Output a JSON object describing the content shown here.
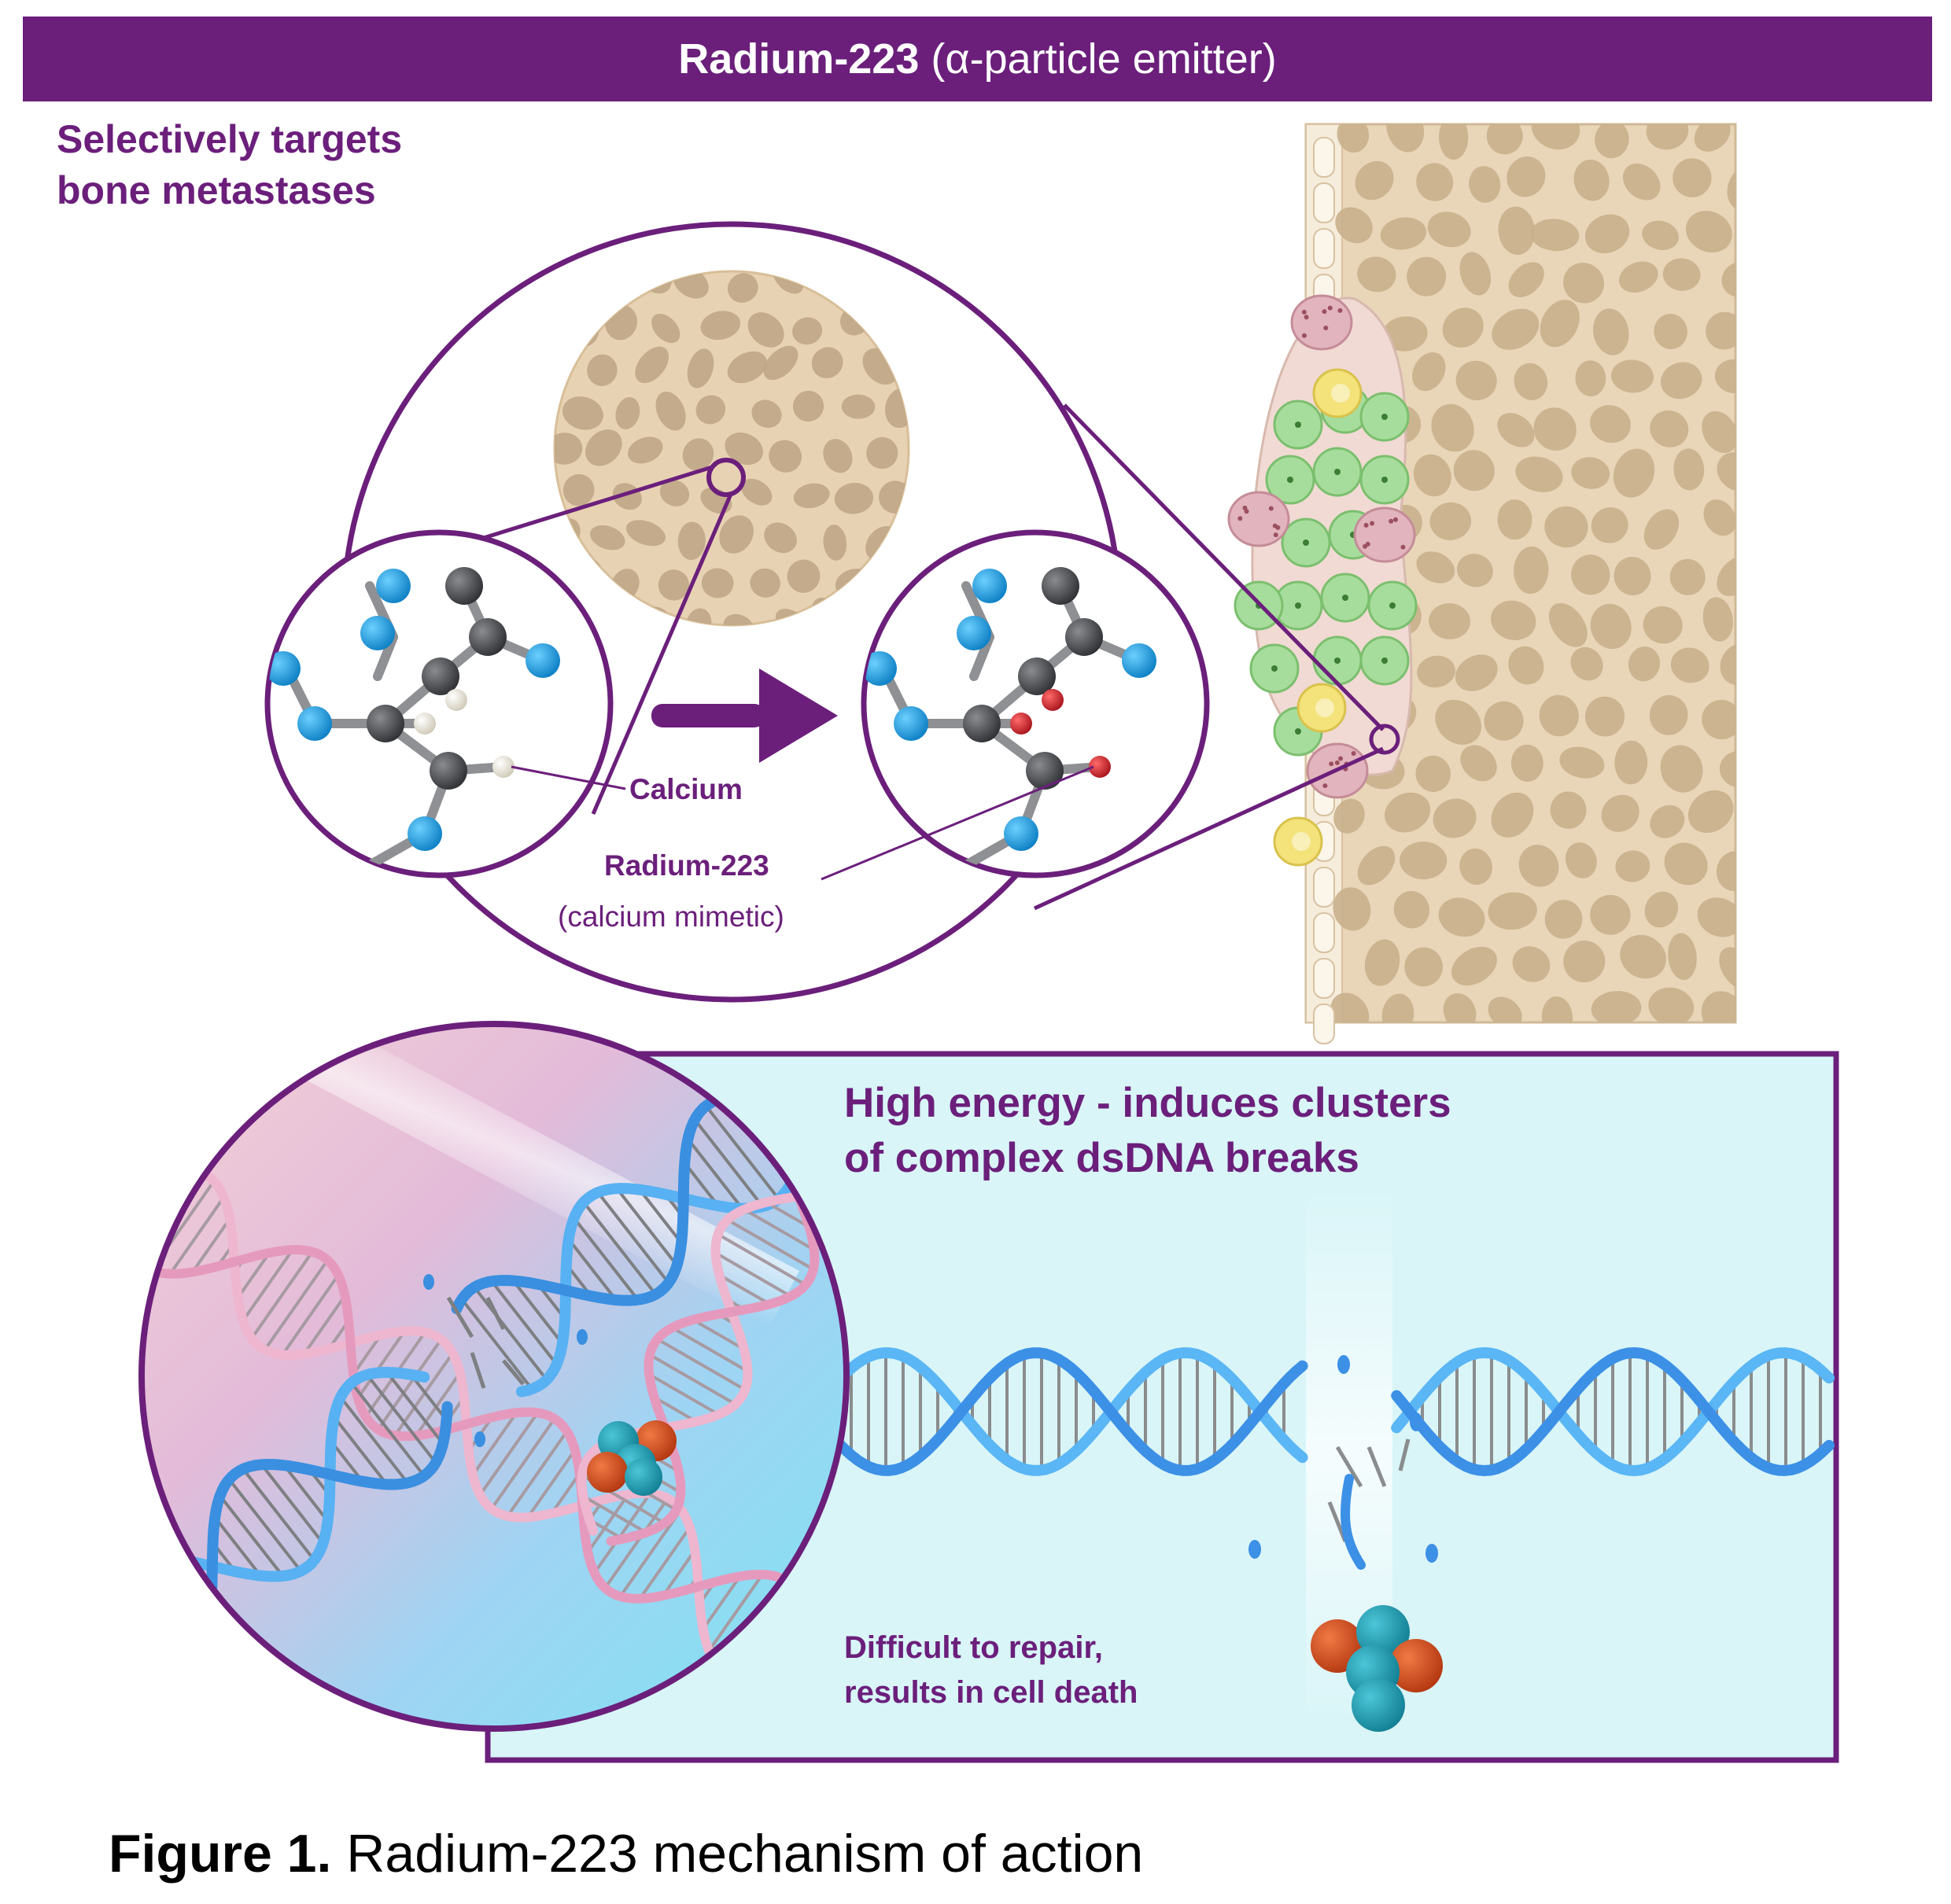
{
  "banner": {
    "title_bold": "Radium-223",
    "title_rest": " (α-particle emitter)"
  },
  "targets": {
    "line1": "Selectively targets",
    "line2": "bone metastases"
  },
  "labels": {
    "calcium": "Calcium",
    "radium": "Radium-223",
    "mimetic": "(calcium mimetic)"
  },
  "energy": {
    "line1": "High energy - induces clusters",
    "line2": "of complex dsDNA breaks"
  },
  "repair": {
    "line1": "Difficult to repair,",
    "line2": "results in cell death"
  },
  "caption": {
    "bold": "Figure 1.",
    "rest": " Radium-223 mechanism of action"
  },
  "colors": {
    "purple": "#6b1f7b",
    "bone": "#e8d2b4",
    "bone_hole": "#c5ae8e",
    "dna_blue": "#3a8fe0",
    "dna_pink": "#e59abd",
    "atom_blue": "#1f9be0",
    "atom_dark": "#4a4c50",
    "atom_calcium": "#e8e4d6",
    "atom_radium": "#c81e28",
    "panel_bg": "#d9f5f8",
    "particle_orange": "#d2461a",
    "particle_teal": "#1e9ab0"
  }
}
